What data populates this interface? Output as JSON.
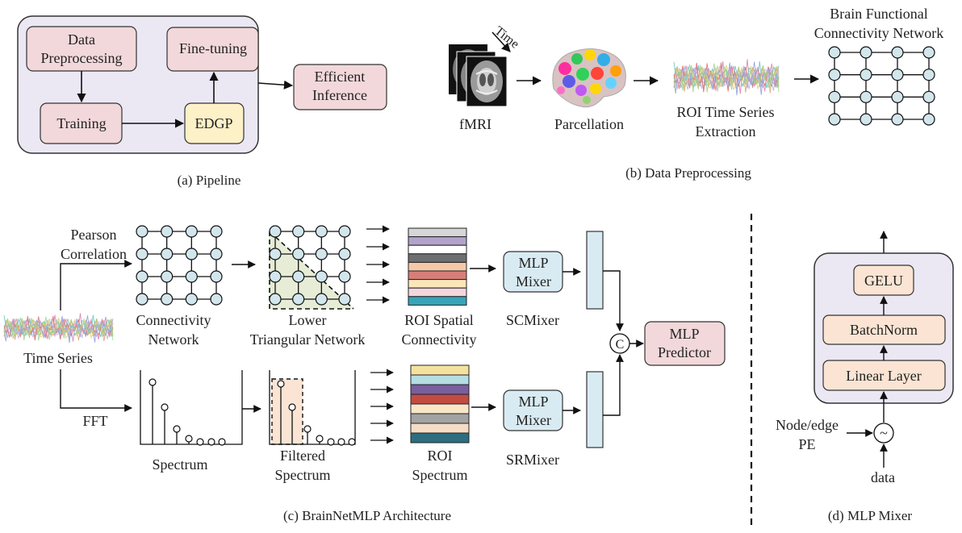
{
  "pipeline": {
    "data_preprocessing": [
      "Data",
      "Preprocessing"
    ],
    "fine_tuning": "Fine-tuning",
    "training": "Training",
    "edgp": "EDGP",
    "efficient_inference": [
      "Efficient",
      "Inference"
    ],
    "caption": "(a) Pipeline"
  },
  "preprocessing": {
    "time_label": "Time",
    "fmri": "fMRI",
    "parcellation": "Parcellation",
    "roi_ts": [
      "ROI Time Series",
      "Extraction"
    ],
    "bfcn": [
      "Brain Functional",
      "Connectivity Network"
    ],
    "caption": "(b) Data Preprocessing"
  },
  "architecture": {
    "pearson": [
      "Pearson",
      "Correlation"
    ],
    "fft": "FFT",
    "time_series": "Time Series",
    "connectivity_network": [
      "Connectivity",
      "Network"
    ],
    "lower_triangular": [
      "Lower",
      "Triangular Network"
    ],
    "roi_spatial": [
      "ROI Spatial",
      "Connectivity"
    ],
    "mlp_mixer_top": [
      "MLP",
      "Mixer"
    ],
    "scmixer": "SCMixer",
    "spectrum": "Spectrum",
    "filtered_spectrum": [
      "Filtered",
      "Spectrum"
    ],
    "roi_spectrum": [
      "ROI",
      "Spectrum"
    ],
    "mlp_mixer_bottom": [
      "MLP",
      "Mixer"
    ],
    "srmixer": "SRMixer",
    "concat_symbol": "C",
    "mlp_predictor": [
      "MLP",
      "Predictor"
    ],
    "caption": "(c) BrainNetMLP Architecture"
  },
  "mixer": {
    "gelu": "GELU",
    "batchnorm": "BatchNorm",
    "linear": "Linear Layer",
    "pe_label": [
      "Node/edge",
      "PE"
    ],
    "add_symbol": "~",
    "data": "data",
    "caption": "(d) MLP Mixer"
  },
  "colors": {
    "pink": "#f2d8da",
    "yellow": "#fdf1c8",
    "lavender": "#ebe8f4",
    "light_blue": "#d9ebf2",
    "peach": "#fbe4d3",
    "node": "#d2e6ec",
    "triangle": "#e6ecd6"
  },
  "roi_spatial_stripes": [
    "#d6d6d6",
    "#b3a2cc",
    "#ffffff",
    "#6e6e6e",
    "#f7c8a8",
    "#d67f78",
    "#fbe6b9",
    "#f4d6dd",
    "#36a5b8"
  ],
  "roi_spectrum_stripes": [
    "#f5e19f",
    "#b7dde4",
    "#7a5f9e",
    "#c24c44",
    "#fae6c7",
    "#a3a3a3",
    "#f6dcc6",
    "#2c6e80"
  ]
}
